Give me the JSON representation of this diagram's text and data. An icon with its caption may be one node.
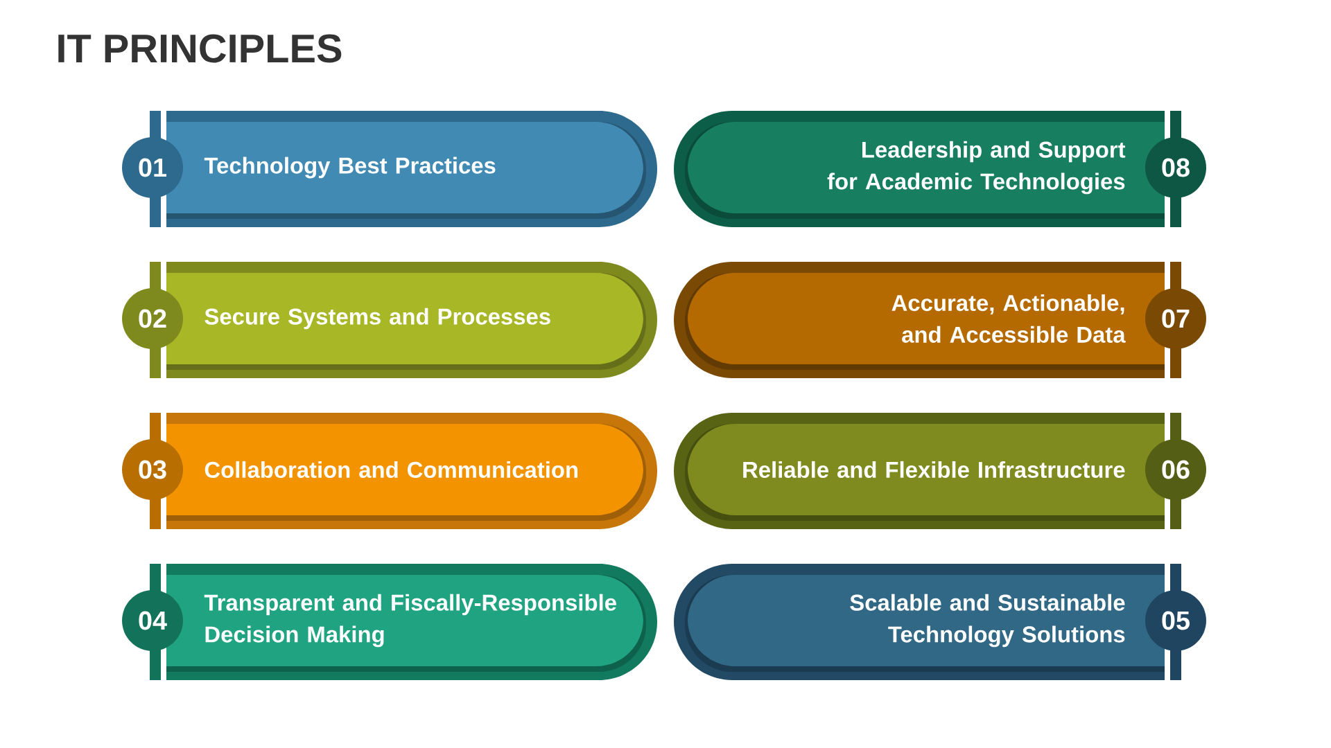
{
  "diagram": {
    "title": "IT PRINCIPLES",
    "nodes": [
      {
        "text": [
          "01"
        ]
      },
      {
        "text": [
          "Technology Best Practices"
        ]
      },
      {
        "text": [
          "Leadership and Support for Academic Technologies"
        ]
      },
      {
        "text": [
          "08"
        ]
      },
      {
        "text": [
          "02"
        ]
      },
      {
        "text": [
          "Secure Systems and Processes"
        ]
      },
      {
        "text": [
          "Accurate, Actionable, and Accessible Data"
        ]
      },
      {
        "text": [
          "07"
        ]
      },
      {
        "text": [
          "03"
        ]
      },
      {
        "text": [
          "Collaboration and Communication"
        ]
      },
      {
        "text": [
          "Reliable and Flexible Infrastructure"
        ]
      },
      {
        "text": [
          "06"
        ]
      },
      {
        "text": [
          "04"
        ]
      },
      {
        "text": [
          "Transparent and Fiscally-Responsible Decision Making"
        ]
      },
      {
        "text": [
          "Scalable and Sustainable Technology Solutions"
        ]
      },
      {
        "text": [
          "05"
        ]
      }
    ]
  }
}
